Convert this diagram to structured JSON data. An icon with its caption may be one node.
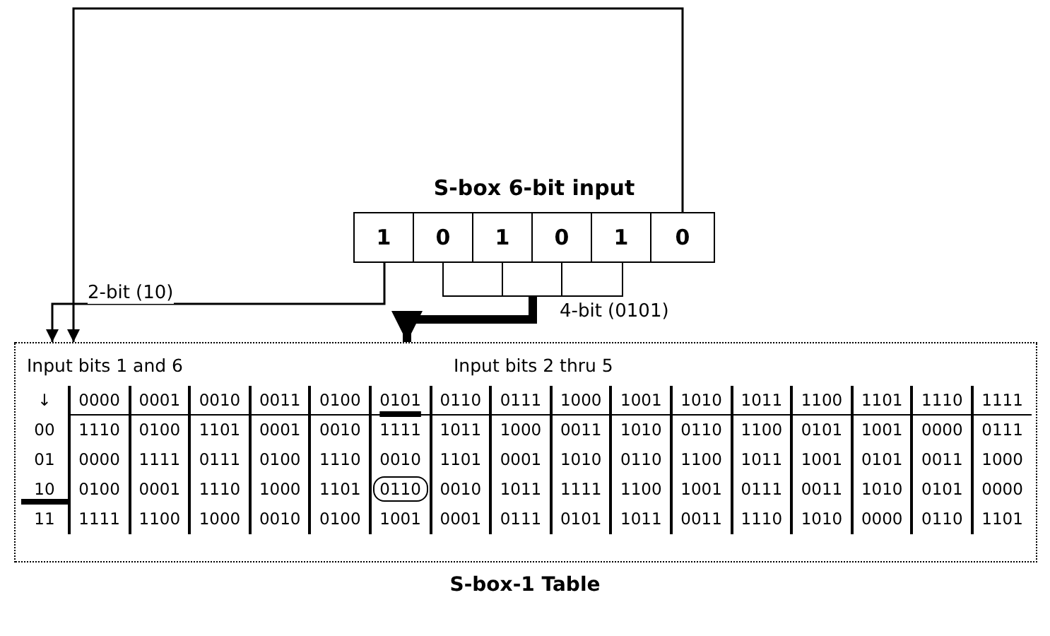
{
  "diagram": {
    "caption": "S-box-1 Table",
    "nodes": [
      {
        "text": [
          "S-box 6-bit input"
        ]
      },
      {
        "text": [
          "1"
        ],
        "in": 0
      },
      {
        "text": [
          "0"
        ],
        "in": 0
      },
      {
        "text": [
          "1"
        ],
        "in": 0
      },
      {
        "text": [
          "0"
        ],
        "in": 0
      },
      {
        "text": [
          "1"
        ],
        "in": 0
      },
      {
        "text": [
          "0"
        ],
        "in": 0
      },
      {
        "text": [],
        "shape": "box"
      },
      {
        "text": [],
        "shape": "box"
      },
      {
        "text": [],
        "shape": "box"
      },
      {
        "text": [
          "Input bits 1 and 6",
          "Input bits 2 thru 5"
        ]
      }
    ],
    "edges": [
      {
        "from": 1,
        "to": 10,
        "arrow": "to",
        "label": "2-bit (10)"
      },
      {
        "from": 6,
        "to": 10,
        "arrow": "to"
      },
      {
        "from": 8,
        "to": 10,
        "arrow": "to",
        "label": "4-bit (0101)",
        "style": "thick"
      }
    ],
    "labels": [
      "↓",
      "0000",
      "0001",
      "0010",
      "0011",
      "0100",
      "0101",
      "0110",
      "0111",
      "1000",
      "1001",
      "1010",
      "1011",
      "1100",
      "1101",
      "1110",
      "1111",
      "00",
      "1110",
      "0100",
      "1101",
      "0001",
      "0010",
      "1111",
      "1011",
      "1000",
      "0011",
      "1010",
      "0110",
      "1100",
      "0101",
      "1001",
      "0000",
      "0111",
      "01",
      "0000",
      "1111",
      "0111",
      "0100",
      "1110",
      "0010",
      "1101",
      "0001",
      "1010",
      "0110",
      "1100",
      "1011",
      "1001",
      "0101",
      "0011",
      "1000",
      "10",
      "0100",
      "0001",
      "1110",
      "1000",
      "1101",
      "0110",
      "0010",
      "1011",
      "1111",
      "1100",
      "1001",
      "0111",
      "0011",
      "1010",
      "0101",
      "0000",
      "11",
      "1111",
      "1100",
      "1000",
      "0010",
      "0100",
      "1001",
      "0001",
      "0111",
      "0101",
      "1011",
      "0011",
      "1110",
      "1010",
      "0000",
      "0110",
      "1101"
    ]
  }
}
